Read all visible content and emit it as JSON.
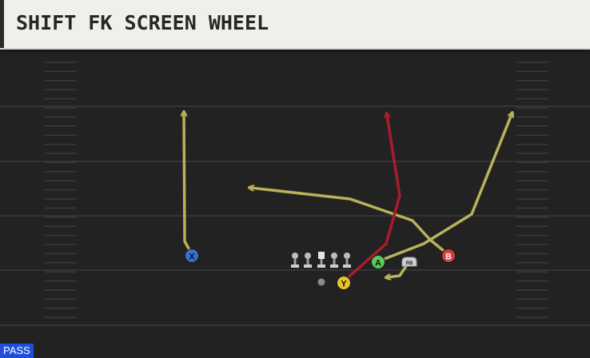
{
  "play": {
    "title": "SHIFT FK SCREEN WHEEL",
    "mode": "PASS"
  },
  "colors": {
    "header_bg": "#f1efea",
    "field_bg": "#222222",
    "yard_line": "#3a3a3a",
    "route_primary": "#b8b25a",
    "route_red": "#a71d2a",
    "mode_badge": "#1d4fd8"
  },
  "players": [
    {
      "label": "X",
      "color": "#3b6fd6",
      "text_color": "#111111"
    },
    {
      "label": "A",
      "color": "#5cc85c",
      "text_color": "#111111"
    },
    {
      "label": "B",
      "color": "#d93a3a",
      "text_color": "#ffffff"
    },
    {
      "label": "Y",
      "color": "#e8c330",
      "text_color": "#111111"
    }
  ],
  "rb_label": "RB",
  "linemen": [
    "lineman",
    "lineman",
    "center",
    "lineman",
    "lineman"
  ],
  "icons": [
    "route-arrow-icon",
    "lineman-icon",
    "football-icon"
  ]
}
